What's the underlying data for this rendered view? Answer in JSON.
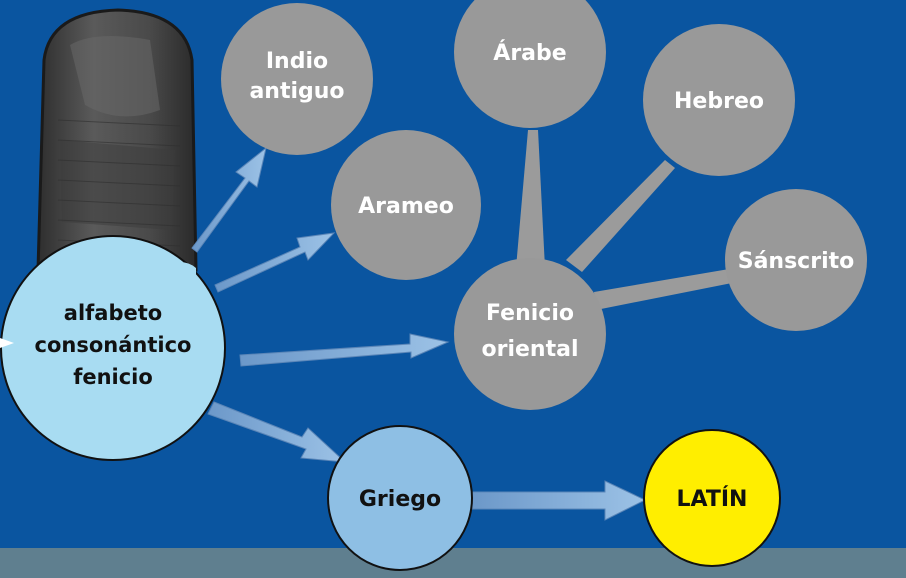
{
  "nodes": {
    "phoenician": {
      "lines": [
        "alfabeto",
        "consonántico",
        "fenicio"
      ],
      "color": "#a8dcf2"
    },
    "indio": {
      "lines": [
        "Indio",
        "antiguo"
      ],
      "color": "#999999"
    },
    "arameo": {
      "lines": [
        "Arameo"
      ],
      "color": "#999999"
    },
    "arabe": {
      "lines": [
        "Árabe"
      ],
      "color": "#999999"
    },
    "hebreo": {
      "lines": [
        "Hebreo"
      ],
      "color": "#999999"
    },
    "sanscrito": {
      "lines": [
        "Sánscrito"
      ],
      "color": "#999999"
    },
    "fenicio_oriental": {
      "lines": [
        "Fenicio",
        "oriental"
      ],
      "color": "#999999"
    },
    "griego": {
      "lines": [
        "Griego"
      ],
      "color": "#8ebfe4"
    },
    "latin": {
      "lines": [
        "LATÍN"
      ],
      "color": "#ffee00"
    }
  },
  "colors": {
    "background": "#0a55a0",
    "bottom_band": "#5f7f8f",
    "arrow": "#7fa9d6",
    "stele": "#4a4a4a"
  }
}
